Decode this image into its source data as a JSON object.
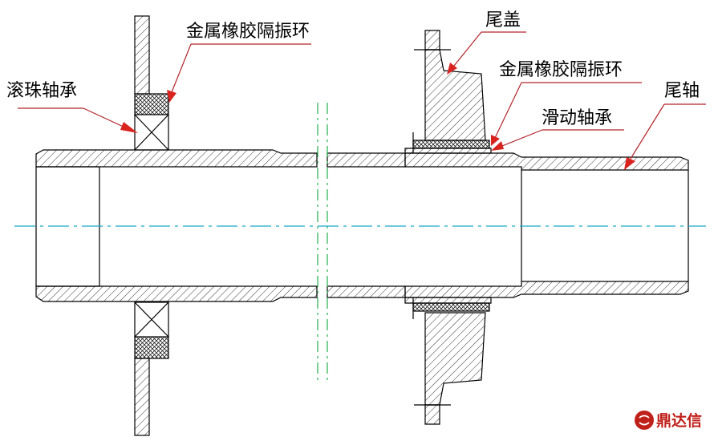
{
  "labels": {
    "ball_bearing": "滚珠轴承",
    "rubber_ring_left": "金属橡胶隔振环",
    "tail_cover": "尾盖",
    "rubber_ring_right": "金属橡胶隔振环",
    "sliding_bearing": "滑动轴承",
    "tail_shaft": "尾轴"
  },
  "watermark": {
    "text": "鼎达信"
  },
  "colors": {
    "outline": "#000000",
    "leader": "#b3242b",
    "arrow": "#d9231f",
    "centerline": "#1aa7c9",
    "break_line": "#22b14c",
    "watermark": "#c0201a"
  }
}
